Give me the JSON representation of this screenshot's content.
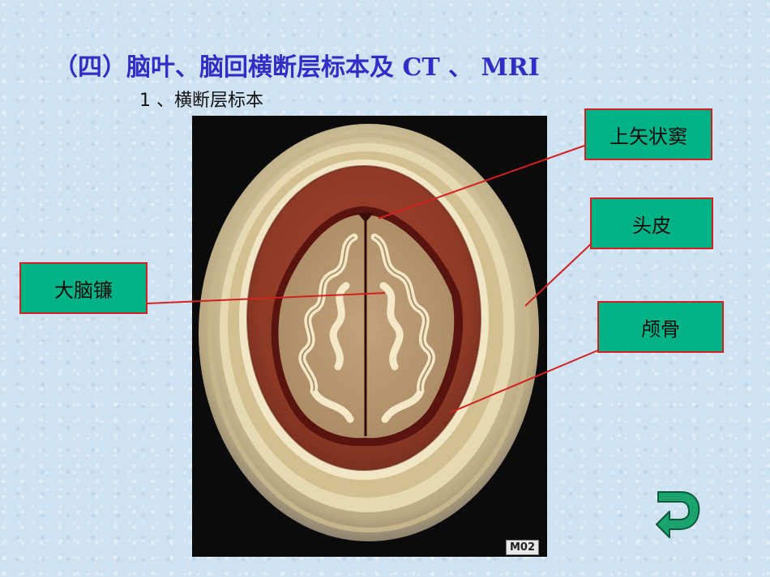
{
  "slide": {
    "title": "（四）脑叶、脑回横断层标本及 CT 、 MRI",
    "subtitle": "1 、横断层标本"
  },
  "photo": {
    "tag": "M02"
  },
  "labels": {
    "superior_sagittal_sinus": "上矢状窦",
    "scalp": "头皮",
    "falx_cerebri": "大脑镰",
    "skull": "颅骨"
  },
  "colors": {
    "title": "#2f2fc8",
    "label_fill": "#00b386",
    "label_border": "#d32020",
    "leader_line": "#d32020",
    "back_arrow": "#0a8a5a"
  },
  "icons": {
    "back": "u-turn-back-arrow-icon"
  }
}
